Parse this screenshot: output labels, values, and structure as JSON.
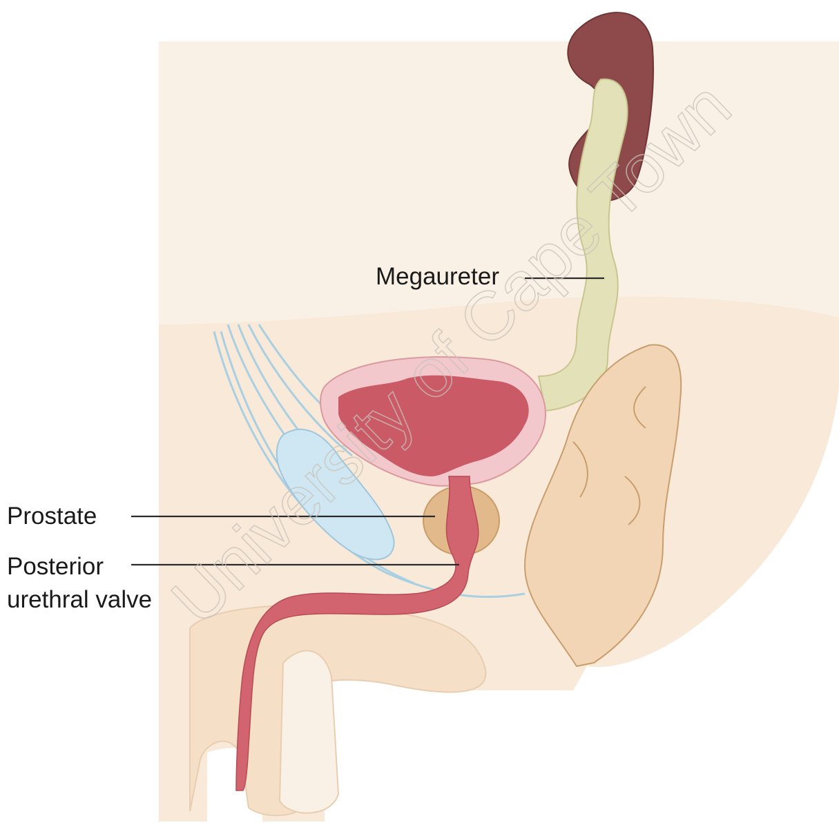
{
  "labels": {
    "megaureter": "Megaureter",
    "prostate": "Prostate",
    "posterior_valve_line1": "Posterior",
    "posterior_valve_line2": "urethral valve"
  },
  "watermark": "University of Cape Town",
  "colors": {
    "skin": "#f8e9d8",
    "kidney": "#8e4a4a",
    "ureter": "#e3e1b8",
    "bladder_wall": "#f2c8cc",
    "bladder_lumen": "#c95a66",
    "urethra": "#d2646f",
    "prostate": "#e2b98a",
    "seminal_vesicle": "#cfe7f3",
    "rectum": "#f1d5b4"
  }
}
